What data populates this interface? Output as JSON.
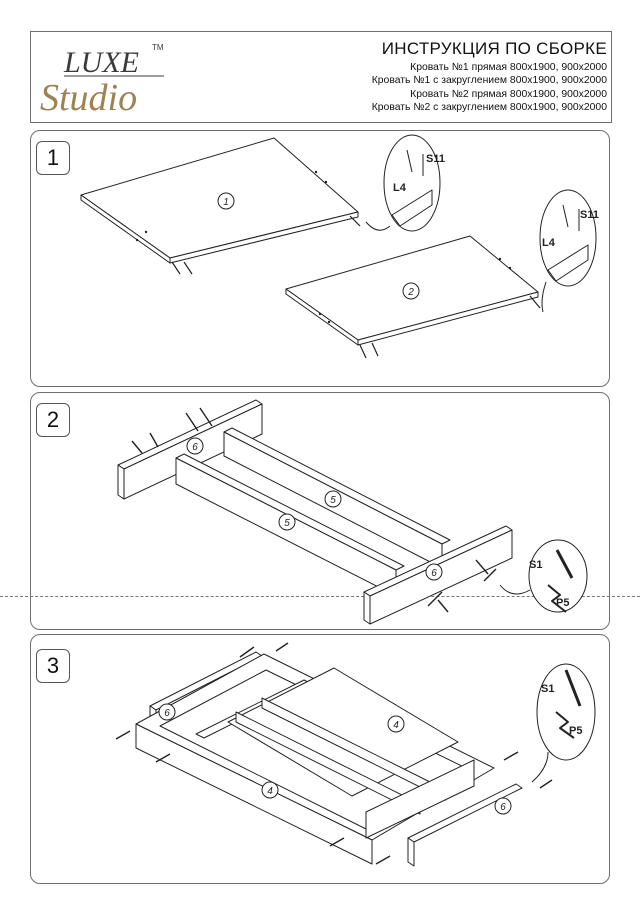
{
  "brand": {
    "line1": "LUXE",
    "line2": "Studio",
    "tm": "TM"
  },
  "header": {
    "title": "ИНСТРУКЦИЯ ПО СБОРКЕ",
    "lines": [
      "Кровать №1 прямая 800х1900, 900х2000",
      "Кровать №1 с закруглением 800х1900, 900х2000",
      "Кровать №2 прямая 800х1900, 900х2000",
      "Кровать №2 с закруглением 800х1900, 900х2000"
    ]
  },
  "steps": [
    {
      "number": "1",
      "parts": [
        "1",
        "2"
      ],
      "detail_labels": [
        "S11",
        "L4",
        "S11",
        "L4"
      ]
    },
    {
      "number": "2",
      "parts": [
        "6",
        "5",
        "5",
        "6"
      ],
      "detail_labels": [
        "S1",
        "P5"
      ]
    },
    {
      "number": "3",
      "parts": [
        "6",
        "4",
        "4",
        "6"
      ],
      "detail_labels": [
        "S1",
        "P5"
      ]
    }
  ],
  "colors": {
    "line": "#222222",
    "frame": "#6f6f6f",
    "brand_gold": "#a08250",
    "brand_dark": "#3a3a3a"
  }
}
